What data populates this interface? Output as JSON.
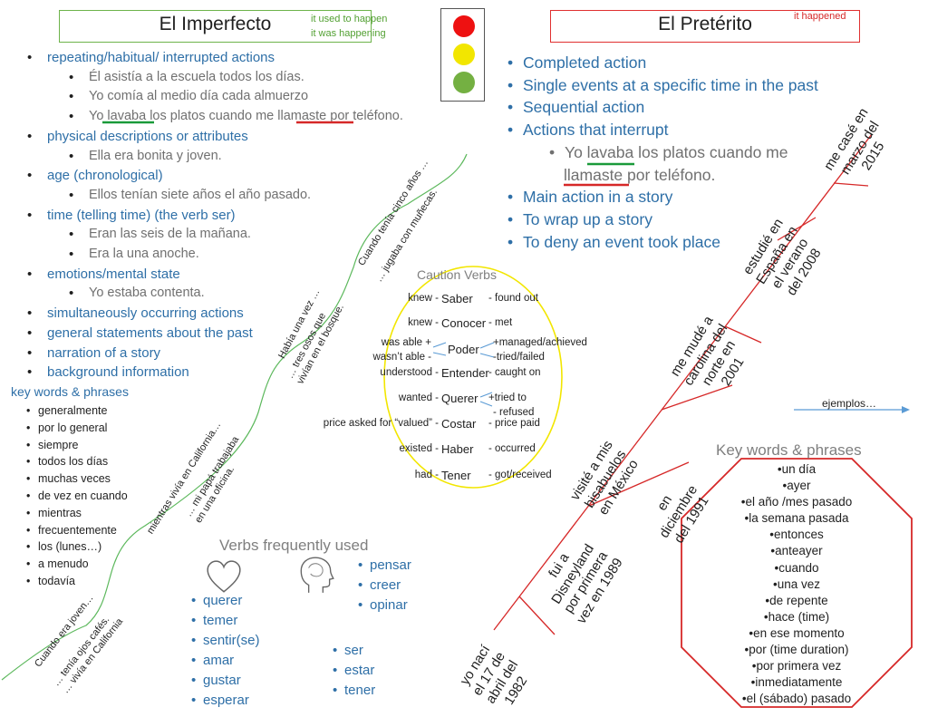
{
  "imperfecto": {
    "title": "El Imperfecto",
    "note": [
      "it used to happen",
      "it was happening"
    ],
    "items": [
      {
        "text": "repeating/habitual/ interrupted actions",
        "level": 1
      },
      {
        "text": "Él asistía a la escuela todos los días.",
        "level": 2
      },
      {
        "text": "Yo comía al medio día cada almuerzo",
        "level": 2
      },
      {
        "text": "Yo lavaba los platos cuando me llamaste por teléfono.",
        "level": 2
      },
      {
        "text": "physical descriptions or attributes",
        "level": 1
      },
      {
        "text": "Ella era bonita y joven.",
        "level": 2
      },
      {
        "text": "age (chronological)",
        "level": 1
      },
      {
        "text": "Ellos tenían siete años el año pasado.",
        "level": 2
      },
      {
        "text": "time (telling time) (the verb ser)",
        "level": 1
      },
      {
        "text": "Eran las seis de la mañana.",
        "level": 2
      },
      {
        "text": "Era la una anoche.",
        "level": 2
      },
      {
        "text": "emotions/mental state",
        "level": 1
      },
      {
        "text": "Yo estaba contenta.",
        "level": 2
      },
      {
        "text": "simultaneously occurring actions",
        "level": 1
      },
      {
        "text": "general statements about the past",
        "level": 1
      },
      {
        "text": "narration of a story",
        "level": 1
      },
      {
        "text": "background information",
        "level": 1
      }
    ],
    "keywords_title": "key words & phrases",
    "keywords": [
      "generalmente",
      "por lo general",
      "siempre",
      "todos los días",
      "muchas veces",
      "de vez en cuando",
      "mientras",
      "frecuentemente",
      "los (lunes…)",
      "a menudo",
      "todavía"
    ]
  },
  "preterito": {
    "title": "El Pretérito",
    "note": "it happened",
    "items": [
      {
        "text": "Completed action",
        "level": 1
      },
      {
        "text": "Single events at a specific time in the past",
        "level": 1
      },
      {
        "text": "Sequential action",
        "level": 1
      },
      {
        "text": "Actions that interrupt",
        "level": 1
      },
      {
        "text": "Yo lavaba los platos cuando me",
        "level": 2
      },
      {
        "text": "llamaste por teléfono.",
        "level": 3
      },
      {
        "text": "Main action in a story",
        "level": 1
      },
      {
        "text": "To wrap up a story",
        "level": 1
      },
      {
        "text": "To deny an event took place",
        "level": 1
      }
    ],
    "keywords_title": "Key words & phrases",
    "keywords": [
      "•un día",
      "•ayer",
      "•el año /mes pasado",
      "•la semana pasada",
      "•entonces",
      "•anteayer",
      "•cuando",
      "•una vez",
      "•de repente",
      "•hace (time)",
      "•en ese momento",
      "•por (time duration)",
      "•por primera vez",
      "•inmediatamente",
      "•el (sábado) pasado"
    ],
    "ejemplos": "ejemplos…"
  },
  "timeline_events": [
    [
      "yo nací",
      "el 17 de",
      "abril del",
      "1982"
    ],
    [
      "fui a",
      "Disneyland",
      "por primera",
      "vez en 1989"
    ],
    [
      "visité a mis",
      "bisabuelos",
      "en México"
    ],
    [
      "en",
      "diciembre",
      "del 1991"
    ],
    [
      "me mudé a",
      "carolina del",
      "norte en",
      "2001"
    ],
    [
      "estudié en",
      "España en",
      "el verano",
      "del 2008"
    ],
    [
      "me casé en",
      "marzo del",
      "2015"
    ]
  ],
  "story_labels": [
    [
      "Cuando era joven…"
    ],
    [
      "… tenía ojos cafés.",
      "… vivía en California"
    ],
    [
      "mientras vivía en California…"
    ],
    [
      "… mi papá trabajaba",
      "en una oficina."
    ],
    [
      "Había una vez …"
    ],
    [
      "… tres osos que",
      "vivían en el bosque."
    ],
    [
      "Cuando tenía cinco años …"
    ],
    [
      "… jugaba con muñecas."
    ]
  ],
  "caution": {
    "title": "Caution Verbs",
    "rows": [
      {
        "left": "knew -",
        "verb": "Saber",
        "right": "- found out"
      },
      {
        "left": "knew -",
        "verb": "Conocer",
        "right": "- met"
      },
      {
        "left": "was able +",
        "left2": "wasn’t able -",
        "verb": "Poder",
        "right": "+managed/achieved",
        "right2": "-tried/failed"
      },
      {
        "left": "understood -",
        "verb": "Entender",
        "right": "- caught on"
      },
      {
        "left": "wanted -",
        "verb": "Querer",
        "right": "+tried to",
        "right2": "- refused"
      },
      {
        "left": "price asked for “valued” -",
        "verb": "Costar",
        "right": "- price paid"
      },
      {
        "left": "existed -",
        "verb": "Haber",
        "right": "- occurred"
      },
      {
        "left": "had -",
        "verb": "Tener",
        "right": "- got/received"
      }
    ]
  },
  "verbs": {
    "title": "Verbs frequently used",
    "heart_group": [
      "querer",
      "temer",
      "sentir(se)",
      "amar",
      "gustar",
      "esperar"
    ],
    "head_group": [
      "pensar",
      "creer",
      "opinar"
    ],
    "state_group": [
      "ser",
      "estar",
      "tener"
    ]
  },
  "colors": {
    "blue_text": "#2e6fa7",
    "green": "#1a9a3a",
    "red": "#d62828",
    "yellow": "#f2e600",
    "timeline": "#d62828"
  },
  "icons": [
    "traffic-light-icon",
    "heart-icon",
    "head-icon",
    "arrow-right-icon"
  ]
}
